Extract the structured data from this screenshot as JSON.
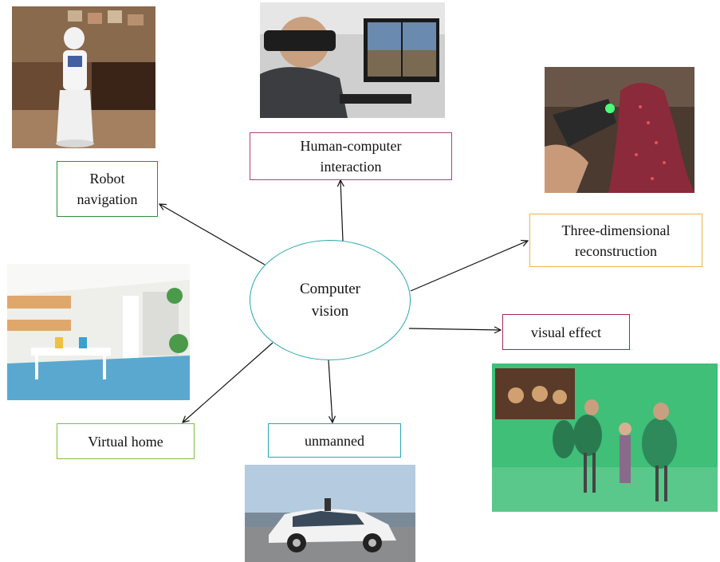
{
  "center": {
    "label": "Computer\nvision",
    "color": "#2aa6b0"
  },
  "applications": [
    {
      "id": "robot",
      "label": "Robot\nnavigation",
      "color": "#2e8b3a"
    },
    {
      "id": "hci",
      "label": "Human-computer\ninteraction",
      "color": "#b0407a"
    },
    {
      "id": "three-d",
      "label": "Three-dimensional\nreconstruction",
      "color": "#e8b64a"
    },
    {
      "id": "visual",
      "label": "visual effect",
      "color": "#9c2a5a"
    },
    {
      "id": "unmanned",
      "label": "unmanned",
      "color": "#2aa6b0"
    },
    {
      "id": "home",
      "label": "Virtual home",
      "color": "#7cbf3a"
    }
  ],
  "photos": [
    {
      "id": "robot",
      "subject": "humanoid service robot in a room"
    },
    {
      "id": "hci",
      "subject": "person wearing VR headset at computer"
    },
    {
      "id": "three-d",
      "subject": "handheld 3D scanner projecting red laser on bust"
    },
    {
      "id": "home",
      "subject": "rendered virtual dining room interior"
    },
    {
      "id": "unmanned",
      "subject": "white self-driving car on road"
    },
    {
      "id": "visual",
      "subject": "green screen film set with costumed actors"
    }
  ],
  "edge_color": "#111111"
}
